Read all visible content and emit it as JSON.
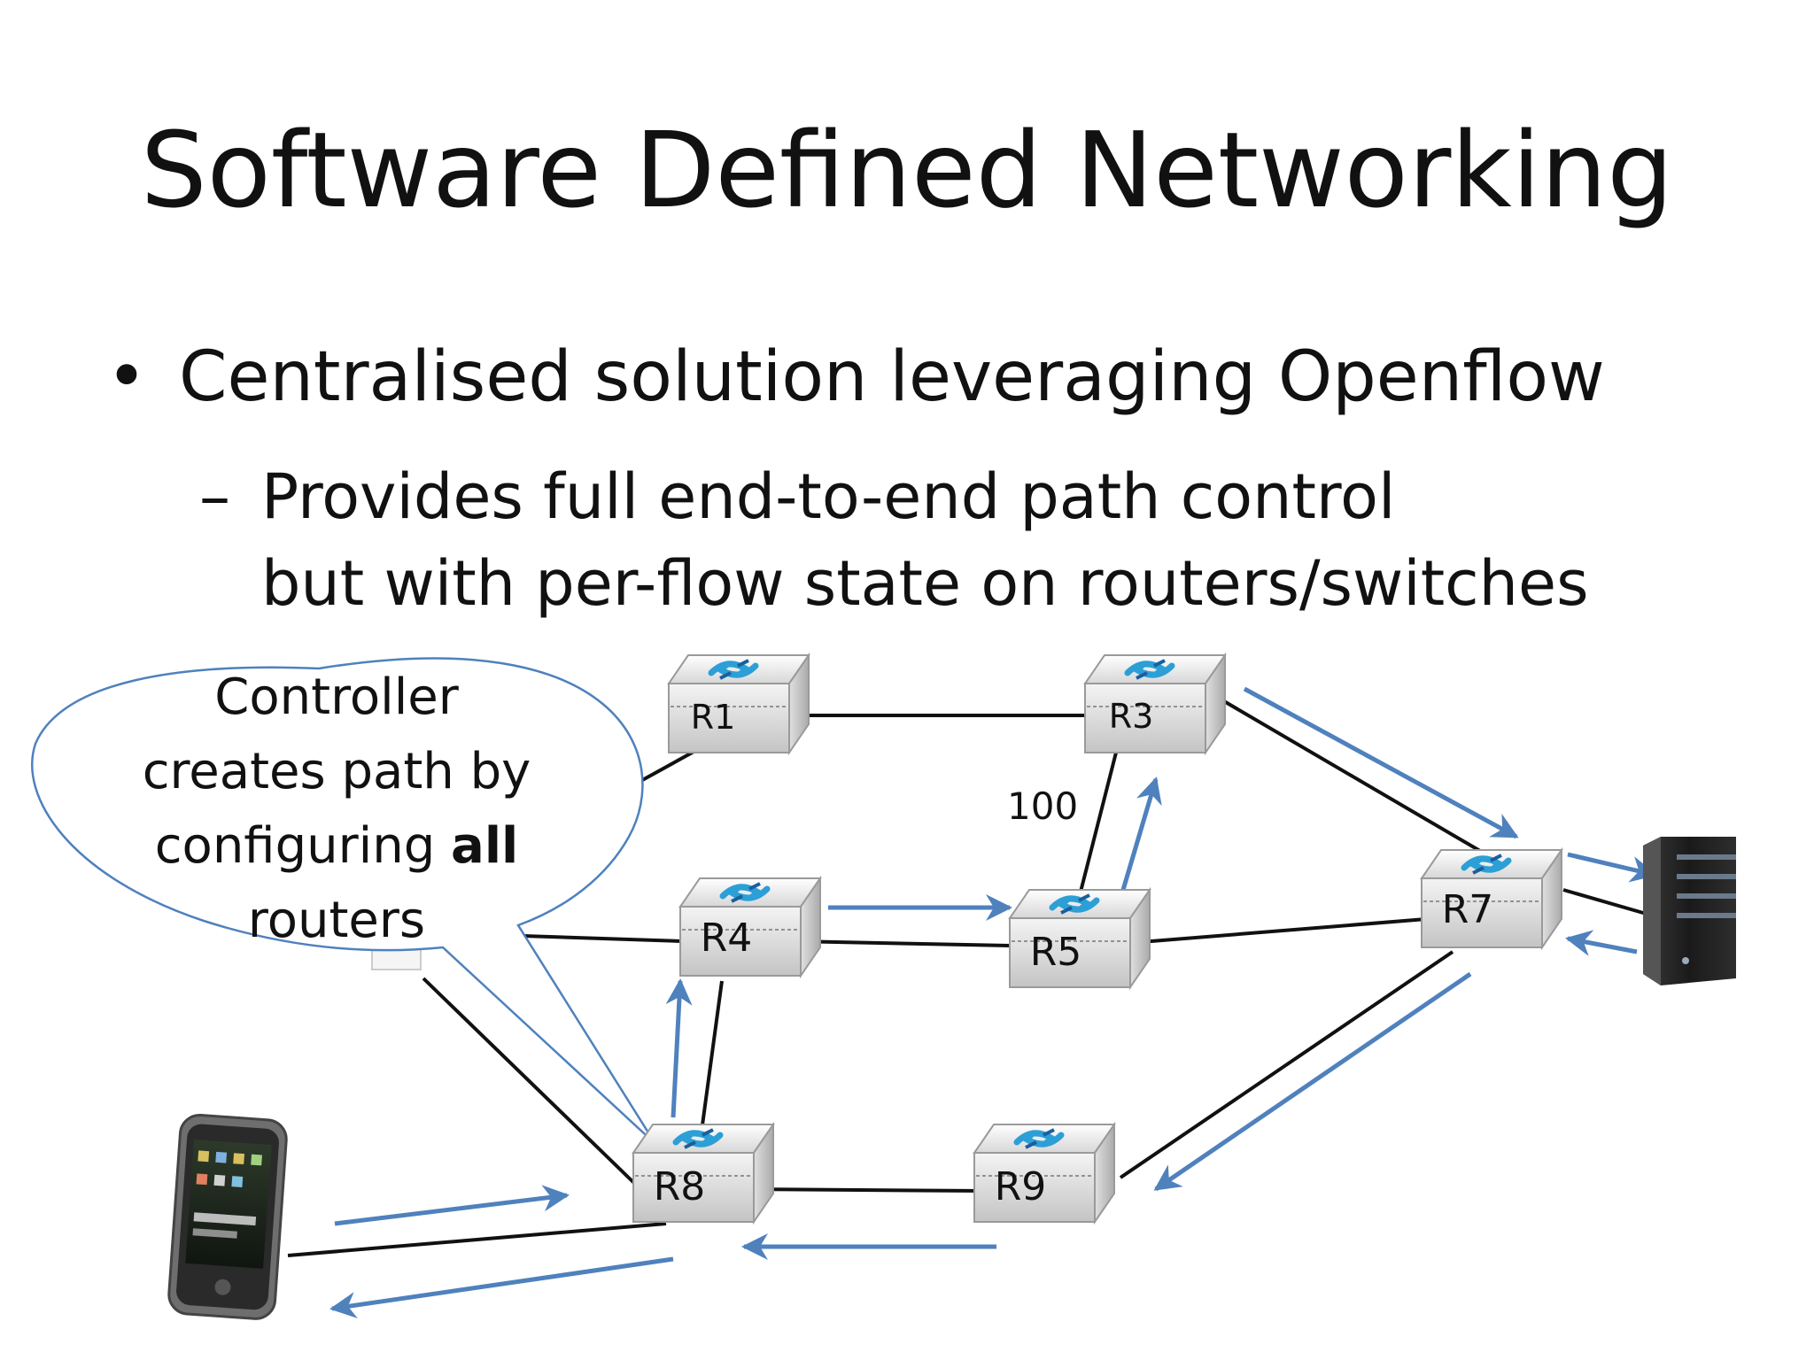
{
  "slide": {
    "title": "Software Defined Networking",
    "bullet": {
      "marker": "•",
      "text": "Centralised solution leveraging Openflow"
    },
    "sub_bullet": {
      "marker": "–",
      "line1": "Provides full end-to-end path control",
      "line2": "but with per-flow state on routers/switches"
    }
  },
  "diagram": {
    "callout": {
      "line1": "Controller",
      "line2": "creates path by",
      "line3_prefix": "configuring ",
      "line3_bold": "all",
      "line4": "routers"
    },
    "routers": {
      "r1": "R1",
      "r3": "R3",
      "r4": "R4",
      "r5": "R5",
      "r7": "R7",
      "r8": "R8",
      "r9": "R9"
    },
    "link_weight": "100",
    "colors": {
      "link": "#111111",
      "path_arrow": "#4f81bd",
      "callout_border": "#4f81bd"
    },
    "icons": {
      "router": "router-icon",
      "phone": "phone-icon",
      "server": "server-icon"
    }
  }
}
